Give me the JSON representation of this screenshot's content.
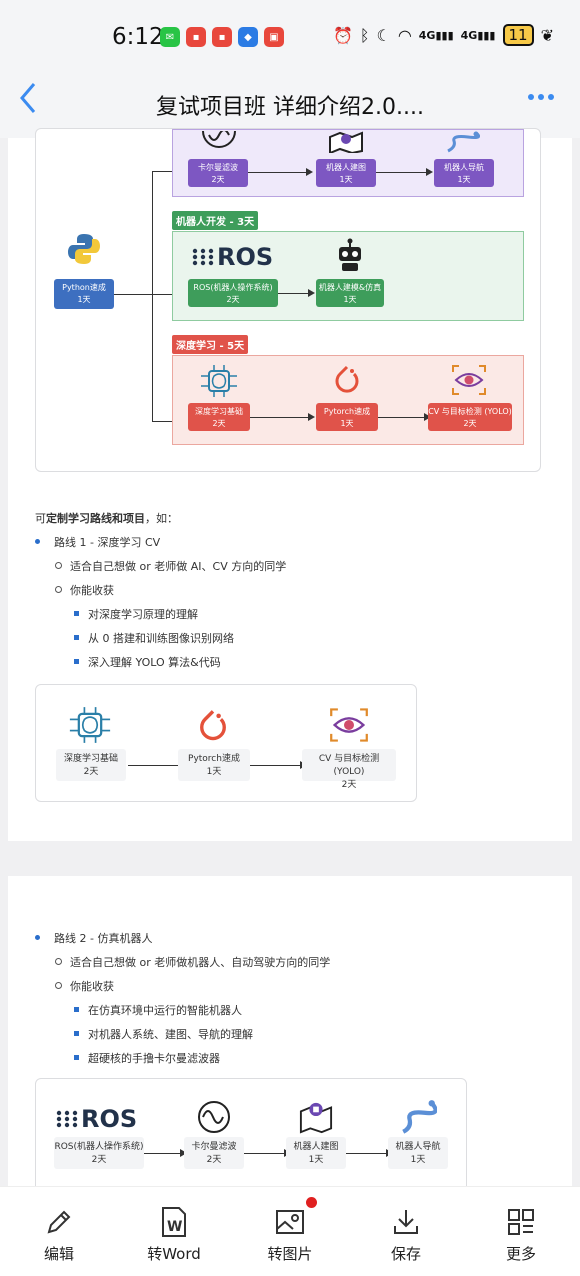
{
  "status": {
    "time": "6:12",
    "signal1": "4G",
    "signal2": "4G",
    "battery": "11"
  },
  "nav": {
    "title": "复试项目班 详细介绍2.0...."
  },
  "top_figure": {
    "tag_robot_dev": "机器人开发 - 3天",
    "tag_deep": "深度学习 - 5天",
    "python": {
      "name": "Python速成",
      "days": "1天"
    },
    "kalman": {
      "name": "卡尔曼滤波",
      "days": "2天"
    },
    "mapping": {
      "name": "机器人建图",
      "days": "1天"
    },
    "navigation": {
      "name": "机器人导航",
      "days": "1天"
    },
    "ros": {
      "name": "ROS(机器人操作系统)",
      "days": "2天"
    },
    "sim": {
      "name": "机器人建模&仿真",
      "days": "1天"
    },
    "dl": {
      "name": "深度学习基础",
      "days": "2天"
    },
    "pytorch": {
      "name": "Pytorch速成",
      "days": "1天"
    },
    "yolo": {
      "name": "CV 与目标检测 (YOLO)",
      "days": "2天"
    },
    "ros_logo": "ROS"
  },
  "intro": {
    "prefix": "可",
    "bold": "定制学习路线和项目",
    "suffix": "，如："
  },
  "route1": {
    "title": "路线 1 - 深度学习 CV",
    "who": "适合自己想做 or 老师做 AI、CV 方向的同学",
    "gain": "你能收获",
    "items": [
      "对深度学习原理的理解",
      "从 0 搭建和训练图像识别网络",
      "深入理解 YOLO 算法&代码"
    ],
    "figure": {
      "dl": {
        "name": "深度学习基础",
        "days": "2天"
      },
      "pytorch": {
        "name": "Pytorch速成",
        "days": "1天"
      },
      "yolo": {
        "name": "CV 与目标检测 (YOLO)",
        "days": "2天"
      }
    }
  },
  "route2": {
    "title": "路线 2 - 仿真机器人",
    "who": "适合自己想做 or 老师做机器人、自动驾驶方向的同学",
    "gain": "你能收获",
    "items": [
      "在仿真环境中运行的智能机器人",
      "对机器人系统、建图、导航的理解",
      "超硬核的手撸卡尔曼滤波器"
    ],
    "figure": {
      "ros_logo": "ROS",
      "ros": {
        "name": "ROS(机器人操作系统)",
        "days": "2天"
      },
      "kalman": {
        "name": "卡尔曼滤波",
        "days": "2天"
      },
      "mapping": {
        "name": "机器人建图",
        "days": "1天"
      },
      "navigation": {
        "name": "机器人导航",
        "days": "1天"
      }
    }
  },
  "toolbar": {
    "edit": "编辑",
    "word": "转Word",
    "image": "转图片",
    "save": "保存",
    "more": "更多"
  },
  "colors": {
    "accent": "#3b8bf0",
    "purple": "#7d57c2",
    "green": "#3e9d5b",
    "red": "#e0534a",
    "blue": "#3d6fc0"
  }
}
